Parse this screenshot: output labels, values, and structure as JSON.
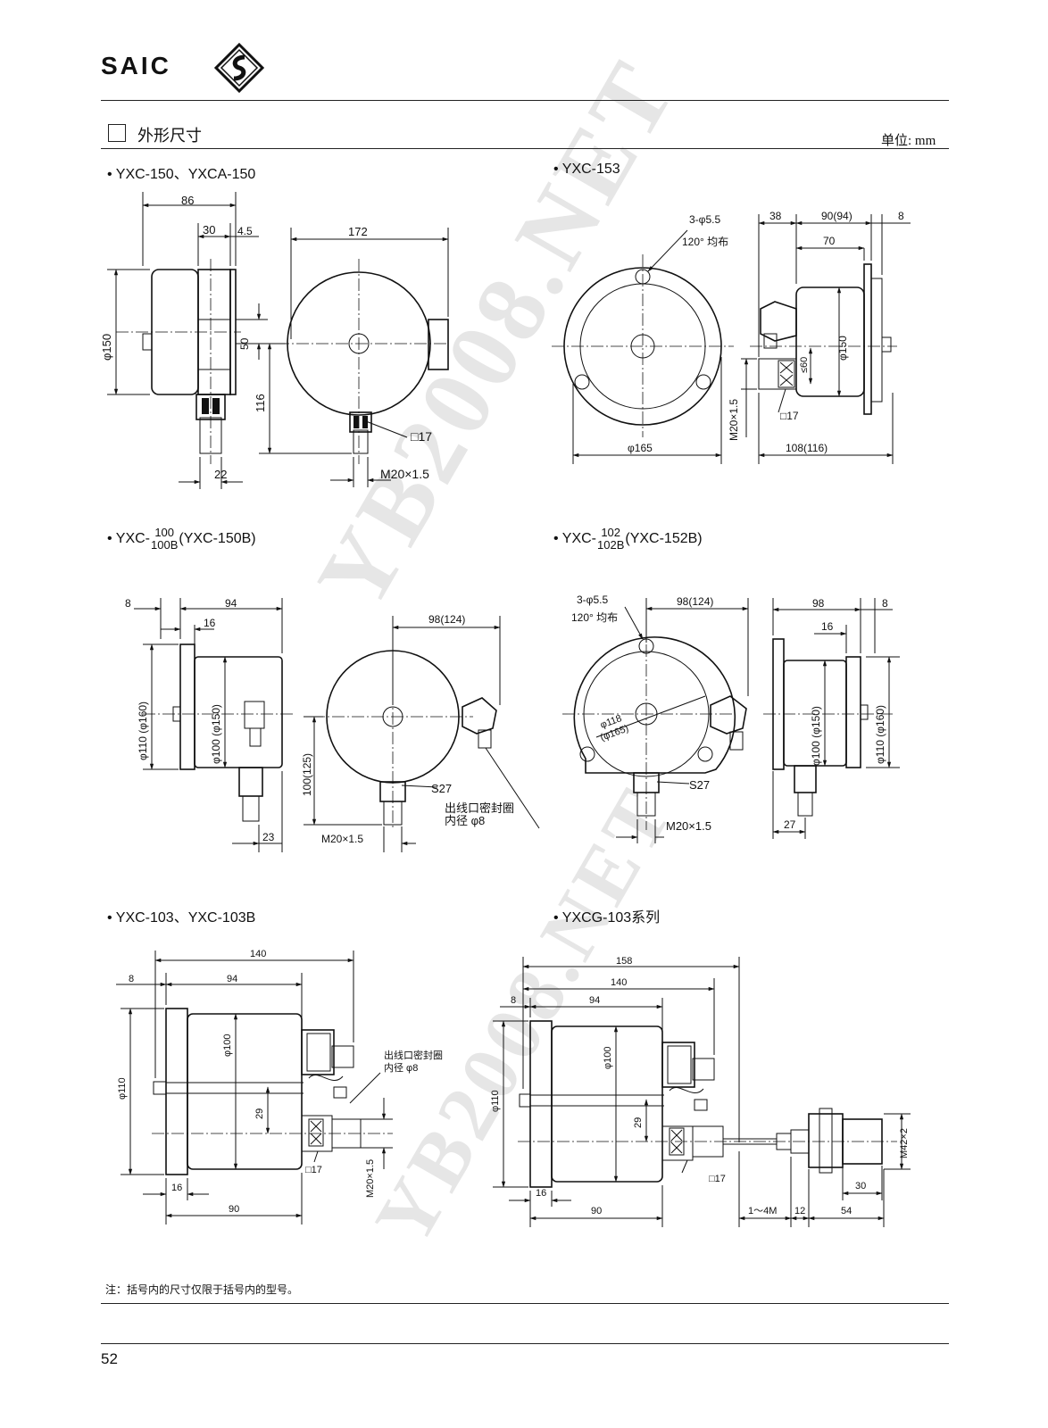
{
  "header": {
    "brand": "SAIC"
  },
  "section": {
    "title": "外形尺寸",
    "unit": "单位: mm"
  },
  "watermark": "YB2008.NET",
  "drawings": [
    {
      "model": "YXC-150、YXCA-150",
      "dims": [
        "86",
        "30",
        "4.5",
        "172",
        "φ150",
        "50",
        "116",
        "□17",
        "M20×1.5",
        "22"
      ]
    },
    {
      "model": "YXC-153",
      "dims": [
        "3-φ5.5",
        "120° 均布",
        "38",
        "90(94)",
        "8",
        "70",
        "φ150",
        "≤60",
        "M20×1.5",
        "□17",
        "φ165",
        "108(116)"
      ]
    },
    {
      "model_prefix": "YXC-",
      "model_num": "100",
      "model_den": "100B",
      "model_suffix": "(YXC-150B)",
      "dims": [
        "8",
        "94",
        "16",
        "φ110 (φ160)",
        "φ100 (φ150)",
        "98(124)",
        "100(125)",
        "S27",
        "出线口密封圈",
        "内径 φ8",
        "23",
        "M20×1.5"
      ]
    },
    {
      "model_prefix": "YXC-",
      "model_num": "102",
      "model_den": "102B",
      "model_suffix": "(YXC-152B)",
      "dims": [
        "3-φ5.5",
        "120° 均布",
        "98(124)",
        "98",
        "8",
        "16",
        "φ118",
        "(φ165)",
        "S27",
        "M20×1.5",
        "φ100 (φ150)",
        "φ110 (φ160)",
        "27"
      ]
    },
    {
      "model": "YXC-103、YXC-103B",
      "dims": [
        "140",
        "8",
        "94",
        "φ110",
        "φ100",
        "出线口密封圈",
        "内径 φ8",
        "29",
        "□17",
        "M20×1.5",
        "16",
        "90"
      ]
    },
    {
      "model": "YXCG-103系列",
      "dims": [
        "158",
        "140",
        "8",
        "94",
        "φ100",
        "φ110",
        "29",
        "□17",
        "M42×2",
        "30",
        "16",
        "90",
        "1～4M",
        "12",
        "54"
      ]
    }
  ],
  "note": "注：括号内的尺寸仅限于括号内的型号。",
  "page_number": "52"
}
